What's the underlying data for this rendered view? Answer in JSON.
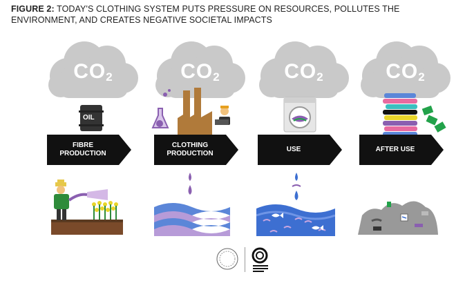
{
  "title": {
    "figure": "FIGURE 2:",
    "text": " TODAY'S CLOTHING SYSTEM PUTS PRESSURE ON RESOURCES, POLLUTES THE ENVIRONMENT, AND CREATES NEGATIVE SOCIETAL IMPACTS"
  },
  "stages": [
    {
      "cloud": "CO",
      "sub": "2",
      "label": "FIBRE\nPRODUCTION",
      "badge": "OIL"
    },
    {
      "cloud": "CO",
      "sub": "2",
      "label": "CLOTHING\nPRODUCTION"
    },
    {
      "cloud": "CO",
      "sub": "2",
      "label": "USE"
    },
    {
      "cloud": "CO",
      "sub": "2",
      "label": "AFTER USE"
    }
  ],
  "colors": {
    "cloud": "#c9c9c9",
    "arrow": "#111111",
    "purple": "#8a5fb0",
    "water_blue": "#3d6fd1",
    "brown": "#b07a3a",
    "green": "#22a24a"
  }
}
